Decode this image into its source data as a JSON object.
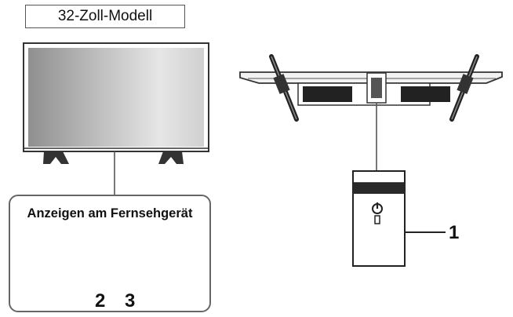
{
  "model_label": "32-Zoll-Modell",
  "indicators_title": "Anzeigen am Fernsehgerät",
  "callouts": {
    "one": "1",
    "two": "2",
    "three": "3"
  }
}
